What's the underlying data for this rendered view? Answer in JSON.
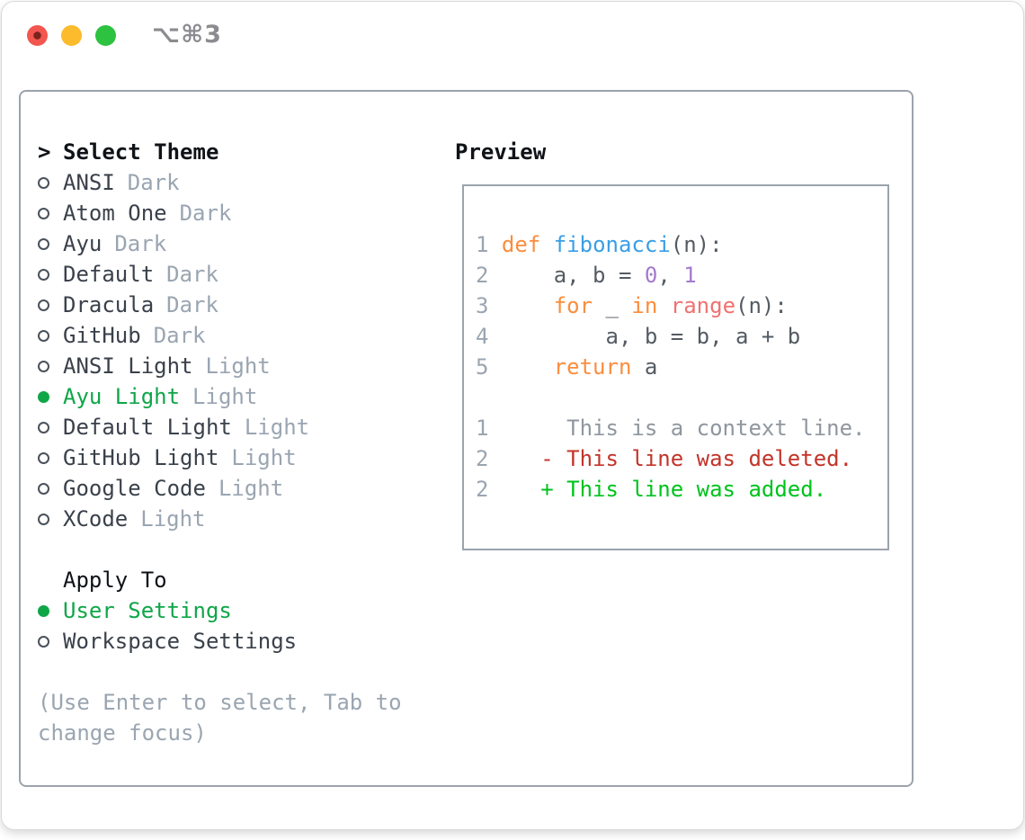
{
  "titlebar": {
    "shortcut": "⌥⌘3"
  },
  "theme_picker": {
    "prompt": ">",
    "title": "Select Theme",
    "items": [
      {
        "name": "ANSI",
        "tag": "Dark",
        "selected": false
      },
      {
        "name": "Atom One",
        "tag": "Dark",
        "selected": false
      },
      {
        "name": "Ayu",
        "tag": "Dark",
        "selected": false
      },
      {
        "name": "Default",
        "tag": "Dark",
        "selected": false
      },
      {
        "name": "Dracula",
        "tag": "Dark",
        "selected": false
      },
      {
        "name": "GitHub",
        "tag": "Dark",
        "selected": false
      },
      {
        "name": "ANSI Light",
        "tag": "Light",
        "selected": false
      },
      {
        "name": "Ayu Light",
        "tag": "Light",
        "selected": true
      },
      {
        "name": "Default Light",
        "tag": "Light",
        "selected": false
      },
      {
        "name": "GitHub Light",
        "tag": "Light",
        "selected": false
      },
      {
        "name": "Google Code",
        "tag": "Light",
        "selected": false
      },
      {
        "name": "XCode",
        "tag": "Light",
        "selected": false
      }
    ]
  },
  "apply_to": {
    "title": "Apply To",
    "options": [
      {
        "label": "User Settings",
        "selected": true
      },
      {
        "label": "Workspace Settings",
        "selected": false
      }
    ]
  },
  "help_text": "(Use Enter to select, Tab to change focus)",
  "preview": {
    "title": "Preview",
    "lines": [
      {
        "num": "1",
        "tokens": [
          {
            "text": "def",
            "cls": "kw"
          },
          {
            "text": " ",
            "cls": "pl"
          },
          {
            "text": "fibonacci",
            "cls": "fn"
          },
          {
            "text": "(n):",
            "cls": "pl"
          }
        ]
      },
      {
        "num": "2",
        "tokens": [
          {
            "text": "    a, b = ",
            "cls": "pl"
          },
          {
            "text": "0",
            "cls": "nu"
          },
          {
            "text": ", ",
            "cls": "pl"
          },
          {
            "text": "1",
            "cls": "nu"
          }
        ]
      },
      {
        "num": "3",
        "tokens": [
          {
            "text": "    ",
            "cls": "pl"
          },
          {
            "text": "for",
            "cls": "kw"
          },
          {
            "text": " _ ",
            "cls": "pl"
          },
          {
            "text": "in",
            "cls": "kw"
          },
          {
            "text": " ",
            "cls": "pl"
          },
          {
            "text": "range",
            "cls": "bi"
          },
          {
            "text": "(n):",
            "cls": "pl"
          }
        ]
      },
      {
        "num": "4",
        "tokens": [
          {
            "text": "        a, b = b, a + b",
            "cls": "pl"
          }
        ]
      },
      {
        "num": "5",
        "tokens": [
          {
            "text": "    ",
            "cls": "pl"
          },
          {
            "text": "return",
            "cls": "kw"
          },
          {
            "text": " a",
            "cls": "pl"
          }
        ]
      },
      {
        "num": "",
        "tokens": []
      },
      {
        "num": "1",
        "tokens": [
          {
            "text": "     This is a context line.",
            "cls": "cx"
          }
        ]
      },
      {
        "num": "2",
        "tokens": [
          {
            "text": "   - This line was deleted.",
            "cls": "de"
          }
        ]
      },
      {
        "num": "2",
        "tokens": [
          {
            "text": "   + This line was added.",
            "cls": "ad"
          }
        ]
      }
    ]
  },
  "colors": {
    "selected_green": "#0fa648",
    "keyword_orange": "#fa8d3e",
    "function_blue": "#399ee6",
    "builtin_coral": "#f07171",
    "number_purple": "#a37acc",
    "diff_deleted_red": "#c2342a",
    "diff_added_green": "#00c21d",
    "muted_gray": "#9aa5b1",
    "traffic_red": "#f2564f",
    "traffic_yellow": "#fbbb2c",
    "traffic_green": "#2ec241"
  }
}
